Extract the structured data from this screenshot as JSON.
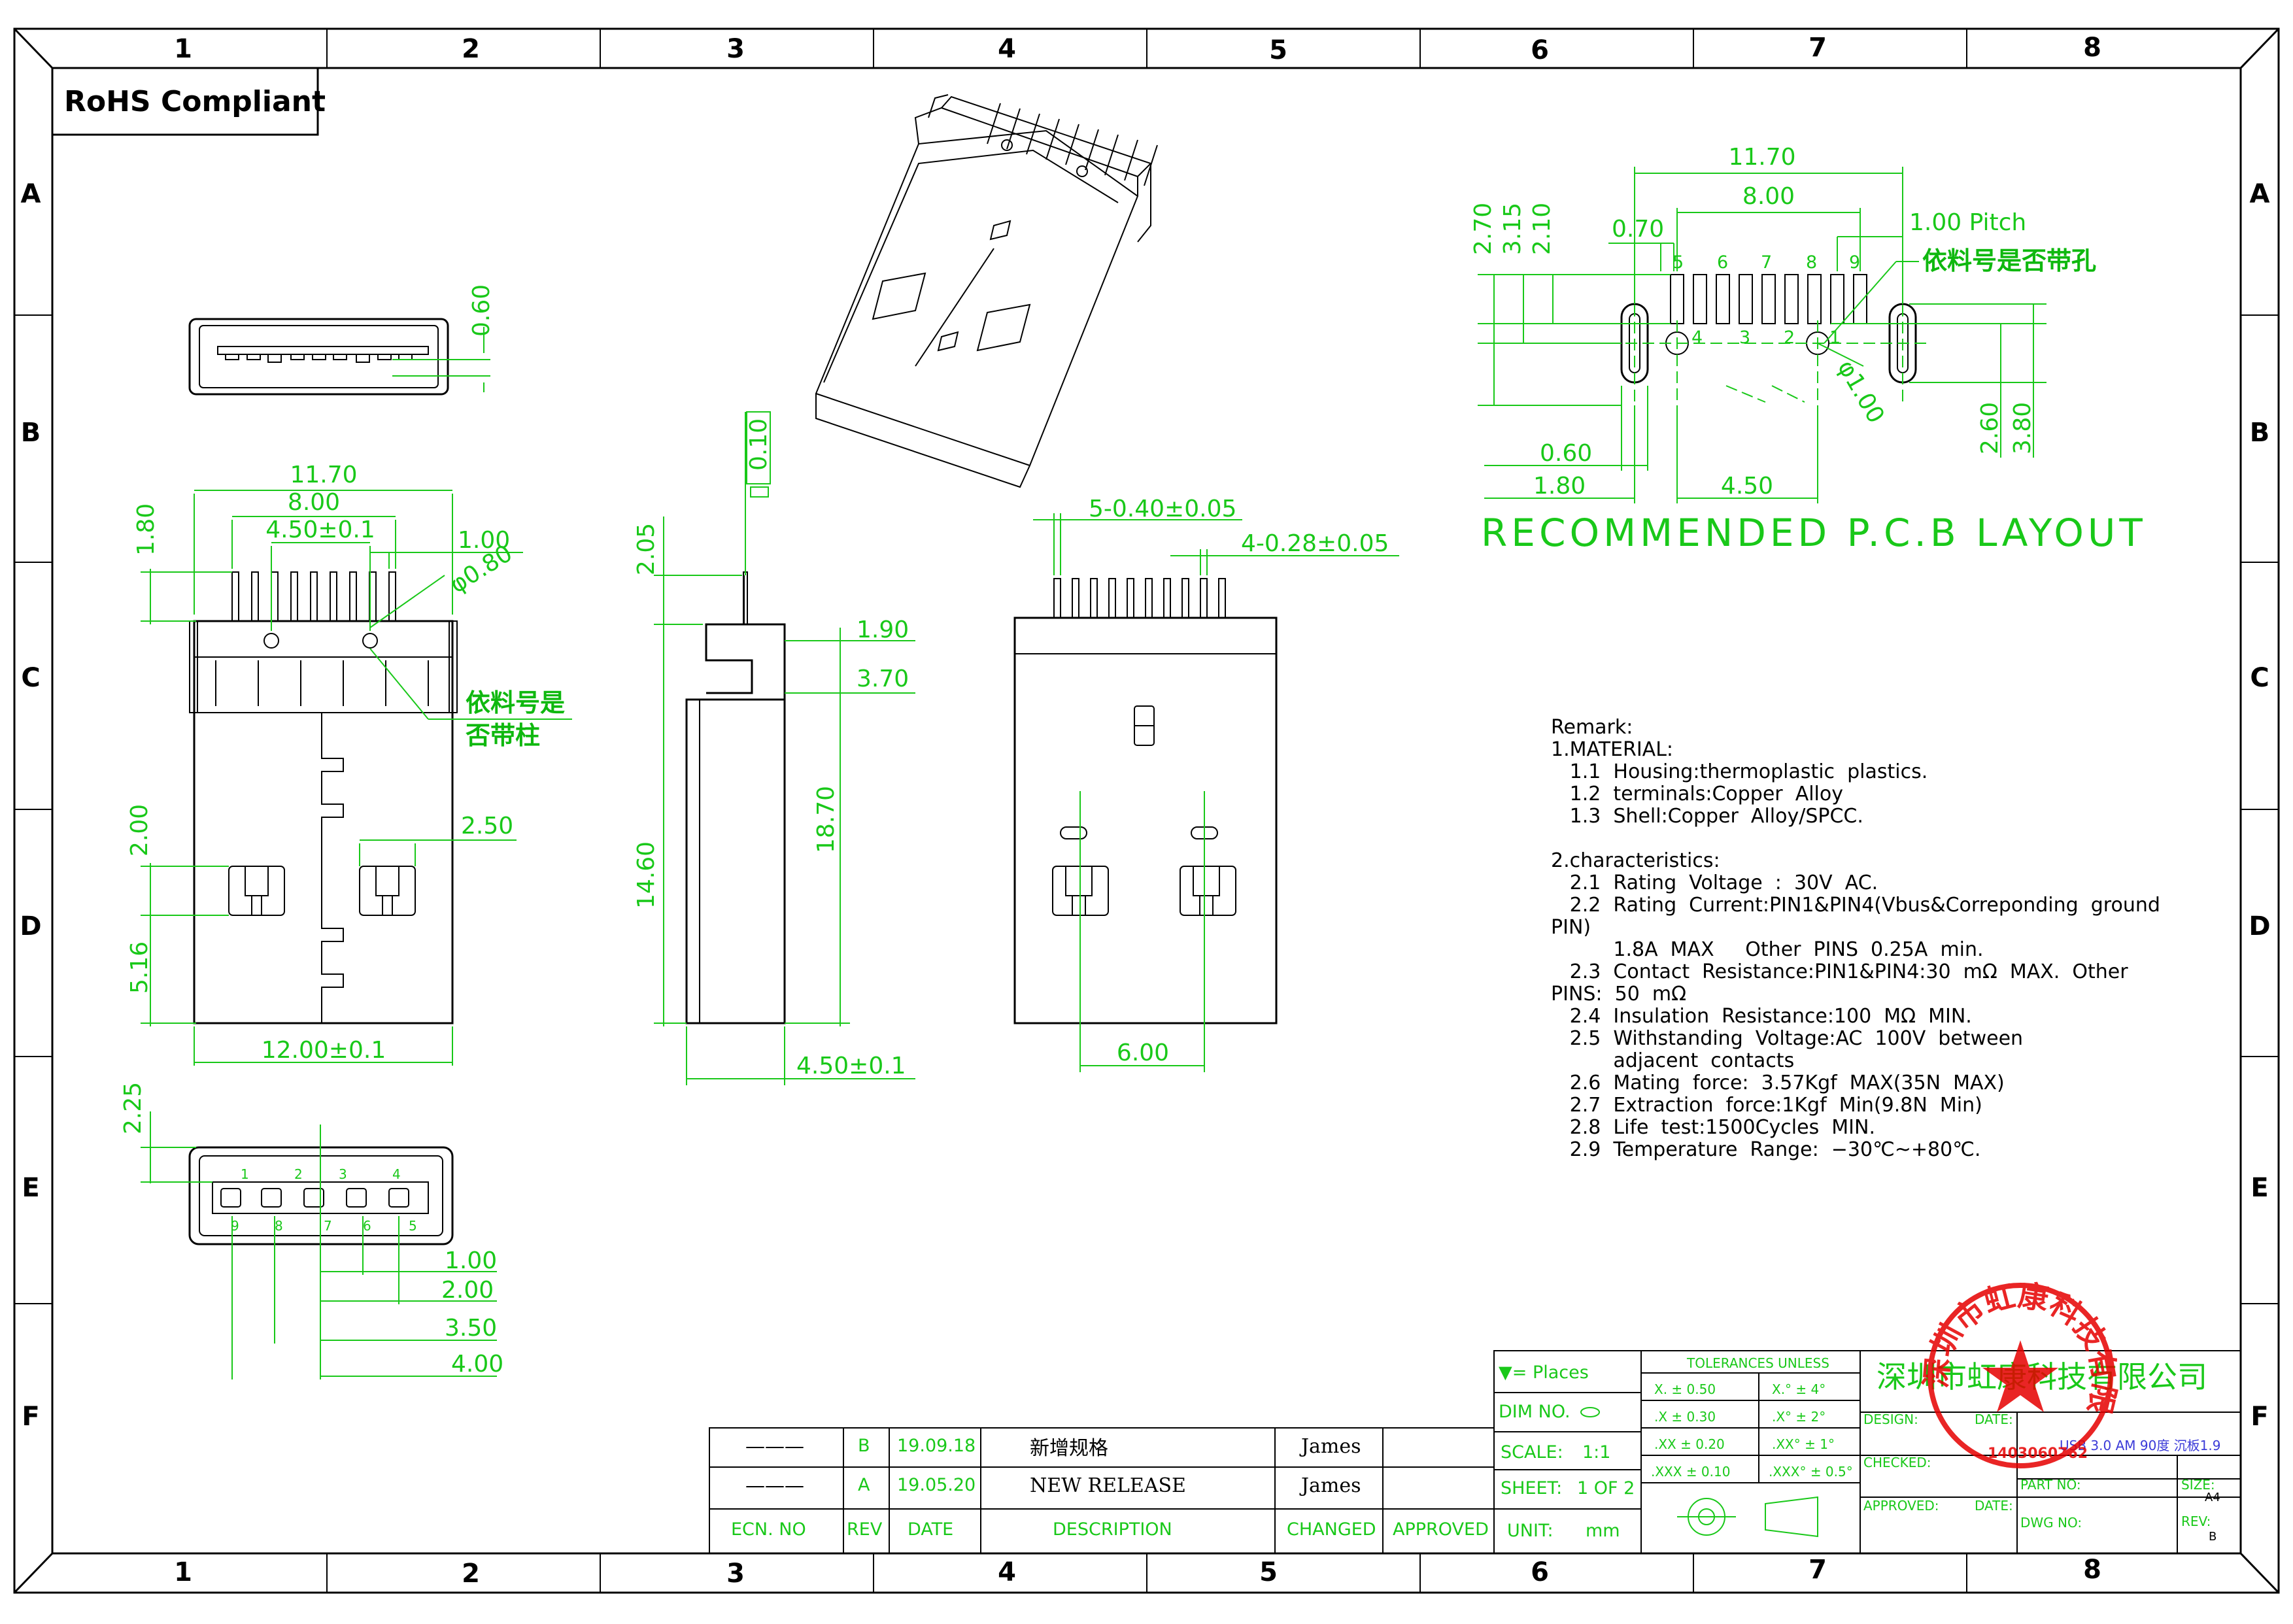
{
  "sheet": {
    "grid_columns": [
      "1",
      "2",
      "3",
      "4",
      "5",
      "6",
      "7",
      "8"
    ],
    "grid_rows": [
      "A",
      "B",
      "C",
      "D",
      "E",
      "F"
    ],
    "rohs_label": "RoHS Compliant"
  },
  "top_view": {
    "dim_height": "0.60"
  },
  "front_view": {
    "dims": {
      "overall_width": "11.70",
      "pin_span": "8.00",
      "post_span": "4.50±0.1",
      "pitch": "1.00",
      "post_dia": "φ0.80",
      "pin_length": "1.80",
      "window_width": "2.50",
      "window_offset": "2.00",
      "window_bottom": "5.16",
      "body_width": "12.00±0.1"
    },
    "note_line1": "依料号是",
    "note_line2": "否带柱"
  },
  "end_view": {
    "dims": {
      "top_offset": "2.25",
      "d1": "1.00",
      "d2": "2.00",
      "d3": "3.50",
      "d4": "4.00"
    },
    "pin_numbers_top": [
      "1",
      "2",
      "3",
      "4"
    ],
    "pin_numbers_bottom": [
      "9",
      "8",
      "7",
      "6",
      "5"
    ]
  },
  "side_view": {
    "dims": {
      "tab": "0.10",
      "lead": "2.05",
      "step1": "1.90",
      "step2": "3.70",
      "shell": "14.60",
      "total": "18.70",
      "depth": "4.50±0.1"
    }
  },
  "rear_view": {
    "dims": {
      "wide_pins": "5-0.40±0.05",
      "narrow_pins": "4-0.28±0.05",
      "window_span": "6.00"
    }
  },
  "pcb_layout": {
    "title": "RECOMMENDED P.C.B LAYOUT",
    "note": "依料号是否带孔",
    "pin_labels_top": [
      "5",
      "6",
      "7",
      "8",
      "9"
    ],
    "pin_labels_bottom": [
      "4",
      "3",
      "2",
      "1"
    ],
    "dims": {
      "overall": "11.70",
      "span": "8.00",
      "pitch": "1.00 Pitch",
      "pad_offset": "0.70",
      "h1": "2.70",
      "h2": "3.15",
      "h3": "2.10",
      "hole_dia": "φ1.00",
      "slot_w": "0.60",
      "slot_pitch": "1.80",
      "hole_span": "4.50",
      "slot_h": "2.60",
      "slot_total": "3.80"
    }
  },
  "remark": {
    "lines": [
      "Remark:",
      "1.MATERIAL:",
      "   1.1  Housing:thermoplastic  plastics.",
      "   1.2  terminals:Copper  Alloy",
      "   1.3  Shell:Copper  Alloy/SPCC.",
      "",
      "2.characteristics:",
      "   2.1  Rating  Voltage  :  30V  AC.",
      "   2.2  Rating  Current:PIN1&PIN4(Vbus&Correponding  ground",
      "PIN)",
      "          1.8A  MAX     Other  PINS  0.25A  min.",
      "   2.3  Contact  Resistance:PIN1&PIN4:30  mΩ  MAX.  Other",
      "PINS:  50  mΩ",
      "   2.4  Insulation  Resistance:100  MΩ  MIN.",
      "   2.5  Withstanding  Voltage:AC  100V  between",
      "          adjacent  contacts",
      "   2.6  Mating  force:  3.57Kgf  MAX(35N  MAX)",
      "   2.7  Extraction  force:1Kgf  Min(9.8N  Min)",
      "   2.8  Life  test:1500Cycles  MIN.",
      "   2.9  Temperature  Range:  −30℃~+80℃."
    ]
  },
  "revision_table": {
    "rows": [
      {
        "ecn": "———",
        "rev": "B",
        "date": "19.09.18",
        "description": "新增规格",
        "changed": "James",
        "approved": ""
      },
      {
        "ecn": "———",
        "rev": "A",
        "date": "19.05.20",
        "description": "NEW RELEASE",
        "changed": "James",
        "approved": ""
      }
    ],
    "headers": {
      "ecn": "ECN. NO",
      "rev": "REV",
      "date": "DATE",
      "description": "DESCRIPTION",
      "changed": "CHANGED",
      "approved": "APPROVED"
    }
  },
  "title_block": {
    "places": "▼=  Places",
    "dim_no": "DIM NO.",
    "scale_label": "SCALE:",
    "scale_value": "1:1",
    "sheet_label": "SHEET:",
    "sheet_value": "1 OF 2",
    "unit_label": "UNIT:",
    "unit_value": "mm",
    "tolerance_title": "TOLERANCES UNLESS",
    "tolerances": [
      {
        "linear": "X.   ±  0.50",
        "angular": "X.°    ±  4°"
      },
      {
        "linear": ".X    ±  0.30",
        "angular": ".X°    ±  2°"
      },
      {
        "linear": ".XX  ±  0.20",
        "angular": ".XX°  ±  1°"
      },
      {
        "linear": ".XXX  ±  0.10",
        "angular": ".XXX°  ±  0.5°"
      }
    ],
    "company": "深圳市虹康科技有限公司",
    "design_label": "DESIGN:",
    "checked_label": "CHECKED:",
    "approved_label": "APPROVED:",
    "date_label": "DATE:",
    "product": "USB 3.0 AM 90度 沉板1.9",
    "part_no_label": "PART NO:",
    "dwg_no_label": "DWG NO:",
    "size_label": "SIZE:",
    "size_value": "A4",
    "rev_label": "REV:",
    "rev_value": "B",
    "stamp_text": "深圳市虹康科技有限公司",
    "stamp_number": "1403060762"
  },
  "colors": {
    "dimension": "#19c819",
    "outline": "#000000",
    "stamp": "#e60000"
  }
}
